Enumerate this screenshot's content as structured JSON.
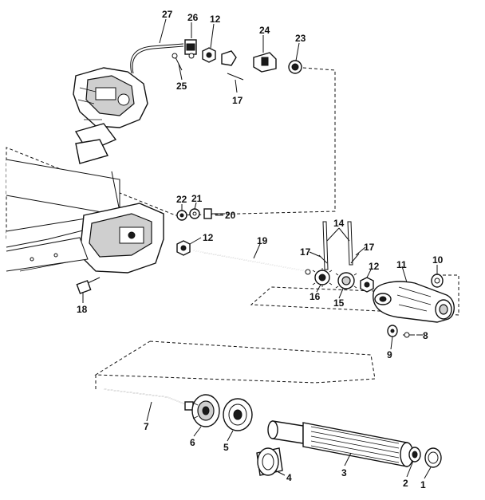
{
  "parts": [
    {
      "id": "p1",
      "label": "1"
    },
    {
      "id": "p2",
      "label": "2"
    },
    {
      "id": "p3",
      "label": "3"
    },
    {
      "id": "p4",
      "label": "4"
    },
    {
      "id": "p5",
      "label": "5"
    },
    {
      "id": "p6",
      "label": "6"
    },
    {
      "id": "p7",
      "label": "7"
    },
    {
      "id": "p8",
      "label": "8"
    },
    {
      "id": "p9",
      "label": "9"
    },
    {
      "id": "p10",
      "label": "10"
    },
    {
      "id": "p11",
      "label": "11"
    },
    {
      "id": "p12a",
      "label": "12"
    },
    {
      "id": "p12b",
      "label": "12"
    },
    {
      "id": "p12c",
      "label": "12"
    },
    {
      "id": "p14",
      "label": "14"
    },
    {
      "id": "p15",
      "label": "15"
    },
    {
      "id": "p16",
      "label": "16"
    },
    {
      "id": "p17a",
      "label": "17"
    },
    {
      "id": "p17b",
      "label": "17"
    },
    {
      "id": "p17c",
      "label": "17"
    },
    {
      "id": "p18",
      "label": "18"
    },
    {
      "id": "p19",
      "label": "19"
    },
    {
      "id": "p20",
      "label": "20"
    },
    {
      "id": "p21",
      "label": "21"
    },
    {
      "id": "p22",
      "label": "22"
    },
    {
      "id": "p23",
      "label": "23"
    },
    {
      "id": "p24",
      "label": "24"
    },
    {
      "id": "p25",
      "label": "25"
    },
    {
      "id": "p26",
      "label": "26"
    },
    {
      "id": "p27",
      "label": "27"
    }
  ]
}
